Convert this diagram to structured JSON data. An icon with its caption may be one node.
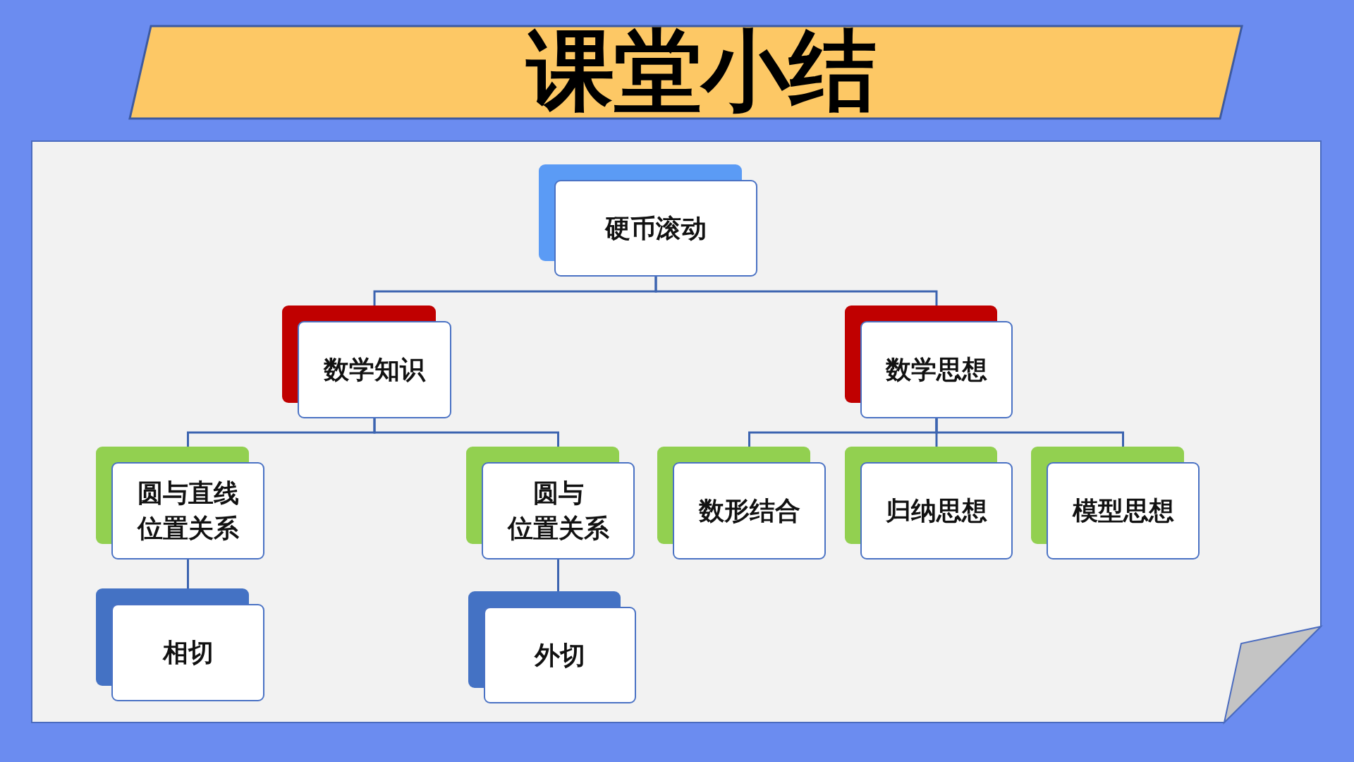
{
  "diagram": {
    "title": "课堂小结",
    "nodes": [
      {
        "text": [
          "硬币滚动"
        ]
      },
      {
        "text": [
          "数学知识"
        ]
      },
      {
        "text": [
          "数学思想"
        ]
      },
      {
        "text": [
          "圆与直线位置关系"
        ]
      },
      {
        "text": [
          "圆与位置关系"
        ]
      },
      {
        "text": [
          "数形结合"
        ]
      },
      {
        "text": [
          "归纳思想"
        ]
      },
      {
        "text": [
          "模型思想"
        ]
      },
      {
        "text": [
          "相切"
        ]
      },
      {
        "text": [
          "外切"
        ]
      }
    ],
    "edges": [
      {
        "from": 0,
        "to": 1,
        "arrow": "none"
      },
      {
        "from": 0,
        "to": 2,
        "arrow": "none"
      },
      {
        "from": 1,
        "to": 3,
        "arrow": "none"
      },
      {
        "from": 1,
        "to": 4,
        "arrow": "none"
      },
      {
        "from": 2,
        "to": 5,
        "arrow": "none"
      },
      {
        "from": 2,
        "to": 6,
        "arrow": "none"
      },
      {
        "from": 2,
        "to": 7,
        "arrow": "none"
      },
      {
        "from": 3,
        "to": 8,
        "arrow": "none"
      },
      {
        "from": 4,
        "to": 9,
        "arrow": "none"
      }
    ]
  }
}
